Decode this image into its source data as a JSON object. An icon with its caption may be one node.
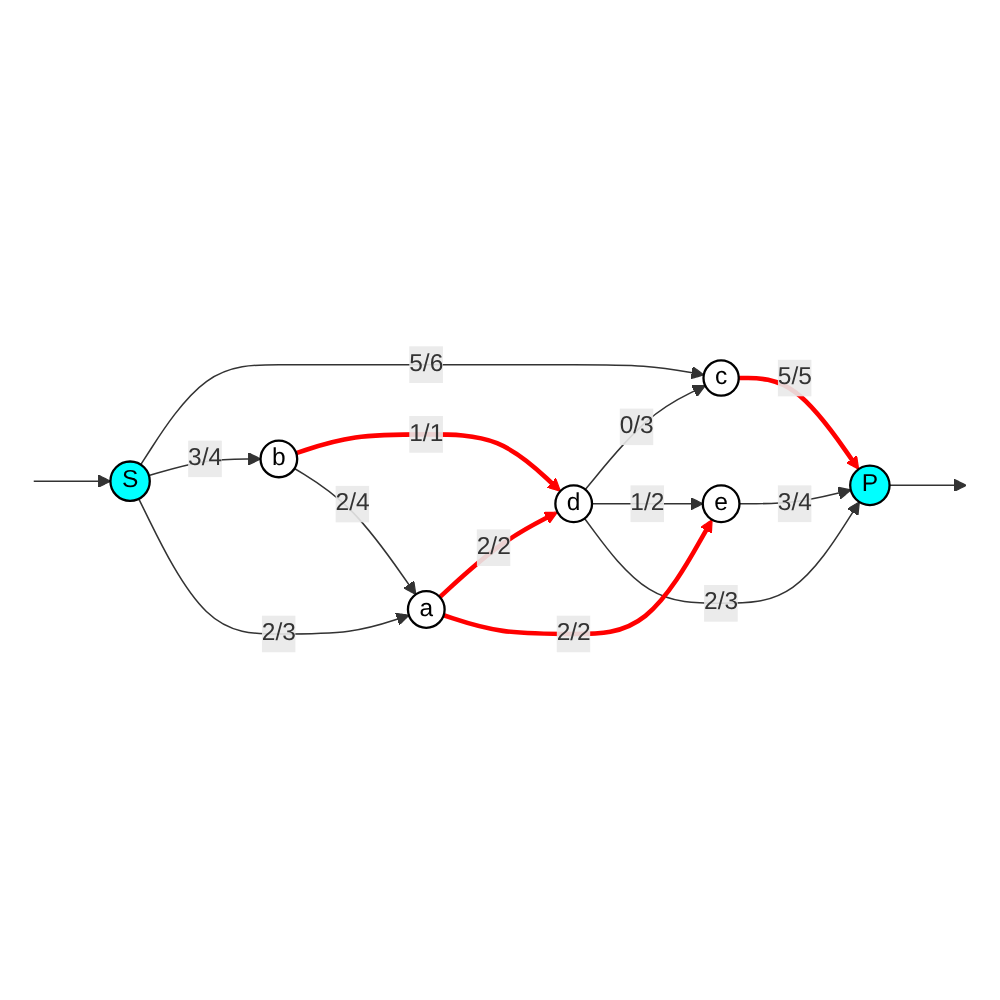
{
  "diagram": {
    "nodes": [
      {
        "text": [
          "S"
        ]
      },
      {
        "text": [
          "c"
        ]
      },
      {
        "text": [
          "b"
        ]
      },
      {
        "text": [
          "d"
        ]
      },
      {
        "text": [
          "a"
        ]
      },
      {
        "text": [
          "e"
        ]
      },
      {
        "text": [
          "P"
        ]
      }
    ],
    "edges": [
      {
        "from": null,
        "to": 0,
        "arrow": "to"
      },
      {
        "from": 0,
        "to": 1,
        "arrow": "to",
        "label": "5/6"
      },
      {
        "from": 0,
        "to": 2,
        "arrow": "to",
        "label": "3/4"
      },
      {
        "from": 0,
        "to": 4,
        "arrow": "to",
        "label": "2/3"
      },
      {
        "from": 2,
        "to": 3,
        "arrow": "to",
        "label": "1/1",
        "style": "thick",
        "color": "#ff0000"
      },
      {
        "from": 2,
        "to": 4,
        "arrow": "to",
        "label": "2/4"
      },
      {
        "from": 4,
        "to": 3,
        "arrow": "to",
        "label": "2/2",
        "style": "thick",
        "color": "#ff0000"
      },
      {
        "from": 3,
        "to": 1,
        "arrow": "to",
        "label": "0/3"
      },
      {
        "from": 3,
        "to": 5,
        "arrow": "to",
        "label": "1/2"
      },
      {
        "from": 3,
        "to": 6,
        "arrow": "to",
        "label": "2/3"
      },
      {
        "from": 1,
        "to": 6,
        "arrow": "to",
        "label": "5/5",
        "style": "thick",
        "color": "#ff0000"
      },
      {
        "from": 4,
        "to": 5,
        "arrow": "to",
        "label": "2/2",
        "style": "thick",
        "color": "#ff0000"
      },
      {
        "from": 5,
        "to": 6,
        "arrow": "to",
        "label": "3/4"
      },
      {
        "from": 6,
        "to": null,
        "arrow": "to"
      }
    ]
  }
}
